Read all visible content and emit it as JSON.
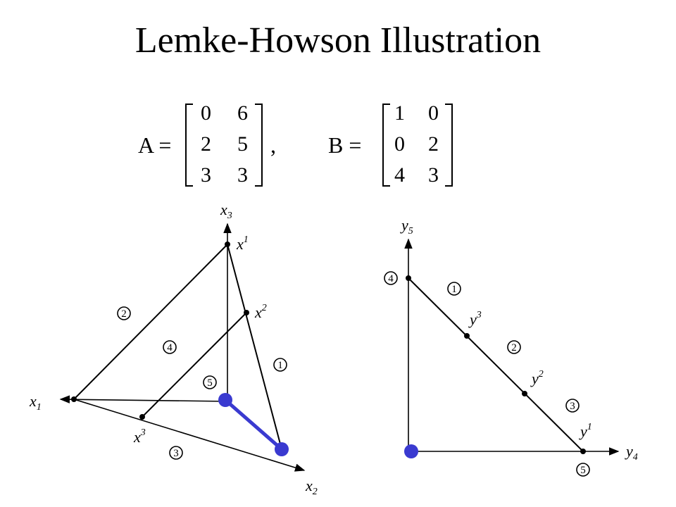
{
  "title": "Lemke-Howson Illustration",
  "matrix_a": {
    "label": "A =",
    "rows": [
      [
        "0",
        "6"
      ],
      [
        "2",
        "5"
      ],
      [
        "3",
        "3"
      ]
    ],
    "trailing": ","
  },
  "matrix_b": {
    "label": "B =",
    "rows": [
      [
        "1",
        "0"
      ],
      [
        "0",
        "2"
      ],
      [
        "4",
        "3"
      ]
    ]
  },
  "left_diagram": {
    "axes": {
      "x1": {
        "base": "x",
        "sub": "1"
      },
      "x2": {
        "base": "x",
        "sub": "2"
      },
      "x3": {
        "base": "x",
        "sub": "3"
      }
    },
    "vertices": {
      "v1": {
        "base": "x",
        "sup": "1"
      },
      "v2": {
        "base": "x",
        "sup": "2"
      },
      "v3": {
        "base": "x",
        "sup": "3"
      }
    },
    "regions": [
      "2",
      "4",
      "5",
      "1",
      "3"
    ]
  },
  "right_diagram": {
    "axes": {
      "y4": {
        "base": "y",
        "sub": "4"
      },
      "y5": {
        "base": "y",
        "sub": "5"
      }
    },
    "vertices": {
      "v1": {
        "base": "y",
        "sup": "1"
      },
      "v2": {
        "base": "y",
        "sup": "2"
      },
      "v3": {
        "base": "y",
        "sup": "3"
      }
    },
    "regions": [
      "4",
      "1",
      "2",
      "3",
      "5"
    ]
  },
  "colors": {
    "highlight": "#3a3ad0",
    "ink": "#000000"
  }
}
